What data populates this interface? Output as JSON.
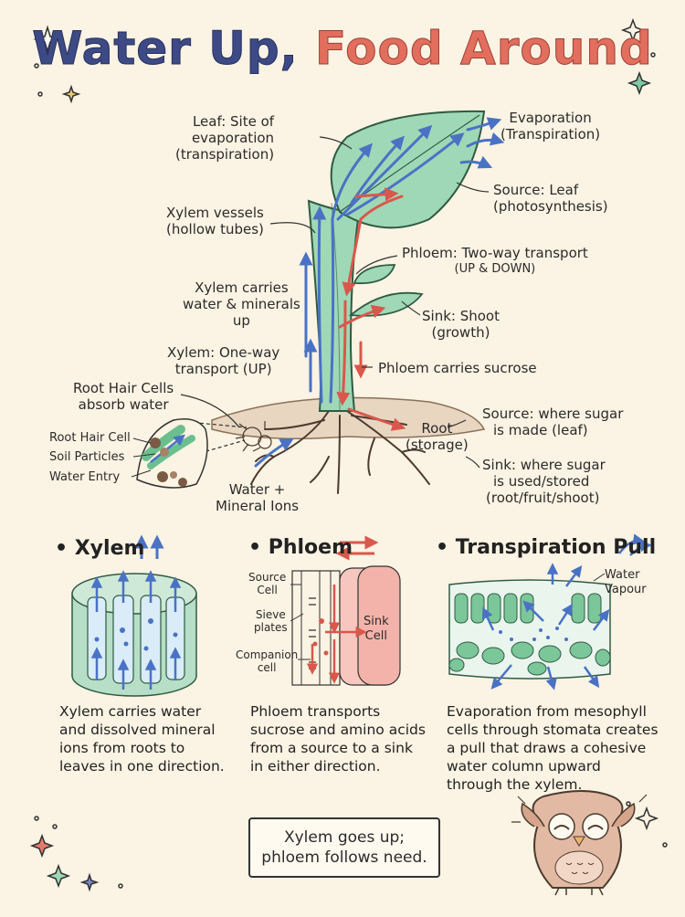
{
  "title": {
    "part1": "Water Up,",
    "part2": "Food Around"
  },
  "labels": {
    "leaf_site": [
      "Leaf: Site of",
      "evaporation",
      "(transpiration)"
    ],
    "evaporation": [
      "Evaporation",
      "(Transpiration)"
    ],
    "source_leaf": [
      "Source: Leaf",
      "(photosynthesis)"
    ],
    "xylem_vessels": [
      "Xylem vessels",
      "(hollow tubes)"
    ],
    "phloem_two_way": [
      "Phloem: Two-way transport",
      "(UP & DOWN)"
    ],
    "xylem_carries": [
      "Xylem carries",
      "water & minerals",
      "up"
    ],
    "sink_shoot": [
      "Sink: Shoot",
      "(growth)"
    ],
    "xylem_one_way": [
      "Xylem: One-way",
      "transport (UP)"
    ],
    "phloem_sucrose": "Phloem carries sucrose",
    "root_hair_absorb": [
      "Root Hair Cells",
      "absorb water"
    ],
    "root_hair_cell": "Root Hair Cell",
    "soil_particles": "Soil Particles",
    "water_entry": "Water Entry",
    "root_storage": [
      "Root",
      "(storage)"
    ],
    "source_sugar": [
      "Source: where sugar",
      "is made (leaf)"
    ],
    "sink_sugar": [
      "Sink: where sugar",
      "is used/stored",
      "(root/fruit/shoot)"
    ],
    "water_minerals": [
      "Water +",
      "Mineral Ions"
    ]
  },
  "sections": {
    "xylem": {
      "heading": "• Xylem",
      "arrows_icon": "up-arrows-icon",
      "description": [
        "Xylem carries water",
        "and dissolved mineral",
        "ions from roots to",
        "leaves in one direction."
      ]
    },
    "phloem": {
      "heading": "• Phloem",
      "arrows_icon": "two-way-arrows-icon",
      "source_cell": [
        "Source",
        "Cell"
      ],
      "sieve_plates": [
        "Sieve",
        "plates"
      ],
      "companion_cell": [
        "Companion",
        "cell"
      ],
      "sink_cell": [
        "Sink",
        "Cell"
      ],
      "description": [
        "Phloem transports",
        "sucrose and amino acids",
        "from a source to a sink",
        "in either direction."
      ]
    },
    "transpiration": {
      "heading": "• Transpiration Pull",
      "arrows_icon": "wind-arrows-icon",
      "water_vapour": [
        "Water",
        "Vapour"
      ],
      "description": [
        "Evaporation from mesophyll",
        "cells through stomata creates",
        "a pull that draws a cohesive",
        "water column upward",
        "through the xylem."
      ]
    }
  },
  "motto": [
    "Xylem goes up;",
    "phloem follows need."
  ],
  "colors": {
    "background": "#fbf3e3",
    "xylem_blue": "#4a72c4",
    "phloem_red": "#d9574b",
    "leaf_green": "#9fd8b6",
    "soil_brown": "#e8d6c1",
    "title_blue": "#3d4a85",
    "title_red": "#e26e5e"
  }
}
